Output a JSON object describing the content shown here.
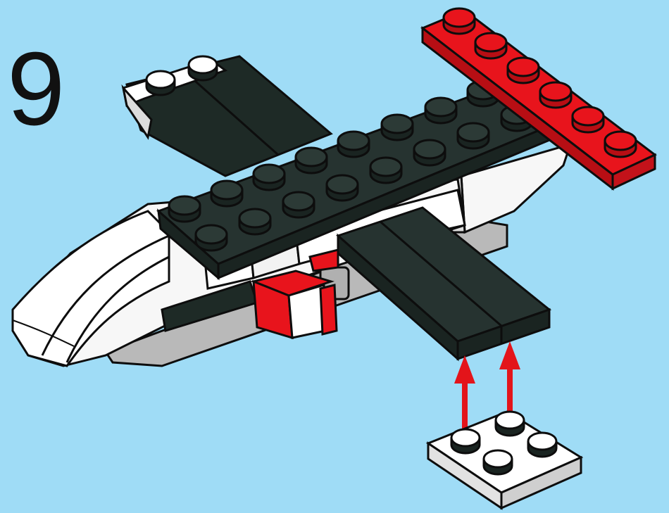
{
  "instruction": {
    "step_number": "9"
  },
  "colors": {
    "background": "#9fdcf6",
    "black_brick": "#1e2a26",
    "black_brick_top": "#263330",
    "white_brick": "#f7f7f7",
    "white_shade": "#dcdcdc",
    "red_brick": "#e8141c",
    "red_shade": "#b70e14",
    "gray": "#b7b7b7",
    "arrow": "#e3141a",
    "outline": "#0d0d0d"
  },
  "icons": {
    "model": "airplane-model",
    "new_part": "white-2x2-plate",
    "arrows": "red-up-arrows"
  }
}
